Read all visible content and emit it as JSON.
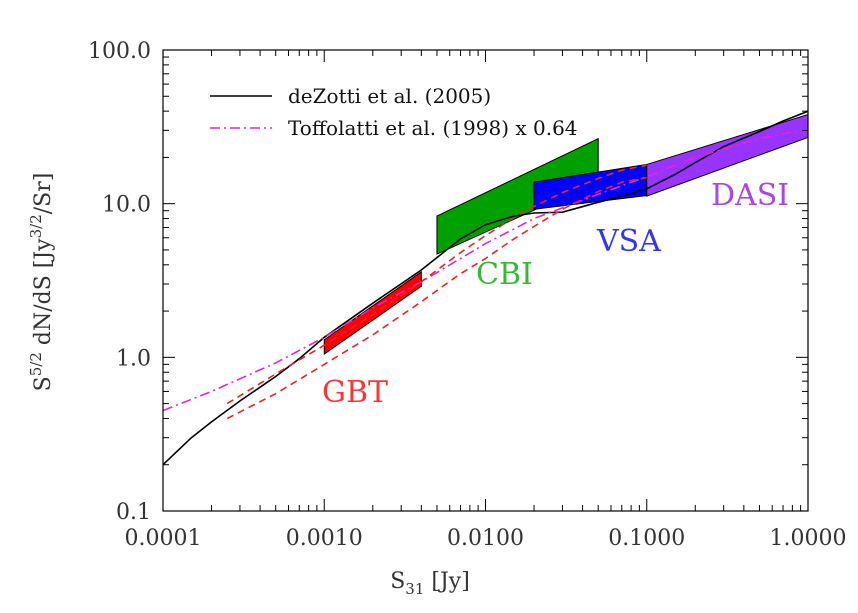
{
  "chart_data": {
    "type": "line",
    "title": "",
    "xlabel": {
      "base": "S",
      "sub": "31",
      "unit": "[Jy]"
    },
    "ylabel": {
      "base": "S",
      "sup": "5/2",
      "mid": "dN/dS [Jy",
      "sup2": "3/2",
      "end": "/Sr]"
    },
    "x_scale": "log",
    "y_scale": "log",
    "xlim": [
      0.0001,
      1.0
    ],
    "ylim": [
      0.1,
      100.0
    ],
    "x_ticks": [
      0.0001,
      0.001,
      0.01,
      0.1,
      1.0
    ],
    "x_tick_labels": [
      "0.0001",
      "0.0010",
      "0.0100",
      "0.1000",
      "1.0000"
    ],
    "y_ticks": [
      0.1,
      1.0,
      10.0,
      100.0
    ],
    "y_tick_labels": [
      "0.1",
      "1.0",
      "10.0",
      "100.0"
    ],
    "grid": false,
    "legend_position": "top-left",
    "series": [
      {
        "name": "deZotti et al. (2005)",
        "style": "solid",
        "color": "#000000",
        "x": [
          0.0001,
          0.00015,
          0.0002,
          0.0003,
          0.0005,
          0.0007,
          0.001,
          0.002,
          0.004,
          0.007,
          0.01,
          0.015,
          0.02,
          0.03,
          0.05,
          0.07,
          0.1,
          0.15,
          0.2,
          0.3,
          0.5,
          0.7,
          1.0
        ],
        "y": [
          0.2,
          0.3,
          0.38,
          0.52,
          0.75,
          0.98,
          1.35,
          2.25,
          3.7,
          5.9,
          7.3,
          8.3,
          8.7,
          8.8,
          10.2,
          11.2,
          12.5,
          15.5,
          18.5,
          23.5,
          29.5,
          34.5,
          40.0
        ]
      },
      {
        "name": "Toffolatti et al. (1998) x 0.64",
        "style": "dashdot",
        "color": "#ee22cc",
        "x": [
          0.0001,
          0.0002,
          0.0005,
          0.001,
          0.002,
          0.004,
          0.007,
          0.01,
          0.02,
          0.05,
          0.1,
          0.2,
          0.5,
          1.0
        ],
        "y": [
          0.45,
          0.6,
          0.92,
          1.35,
          2.1,
          3.1,
          4.4,
          5.5,
          8.0,
          11.5,
          15.0,
          20.0,
          26.5,
          30.5
        ]
      },
      {
        "name": "",
        "style": "dashed",
        "color": "#ee2222",
        "x": [
          0.00025,
          0.0005,
          0.001,
          0.002,
          0.004,
          0.007,
          0.01,
          0.015,
          0.02,
          0.03,
          0.05,
          0.07,
          0.1
        ],
        "y": [
          0.4,
          0.58,
          0.9,
          1.4,
          2.3,
          3.5,
          4.4,
          5.9,
          7.1,
          9.2,
          12.0,
          13.8,
          14.8
        ]
      },
      {
        "name": "",
        "style": "dashed",
        "color": "#ee2222",
        "x": [
          0.00025,
          0.0005,
          0.001,
          0.002,
          0.004,
          0.007,
          0.01,
          0.015,
          0.02,
          0.03,
          0.05,
          0.07,
          0.1
        ],
        "y": [
          0.5,
          0.78,
          1.2,
          1.9,
          3.1,
          4.8,
          6.2,
          8.1,
          9.6,
          11.8,
          14.6,
          16.5,
          17.8
        ]
      }
    ],
    "bands": [
      {
        "name": "GBT",
        "color": "#ff0000",
        "x_range": [
          0.001,
          0.004
        ],
        "lower": [
          1.05,
          2.9
        ],
        "upper": [
          1.3,
          3.6
        ]
      },
      {
        "name": "CBI",
        "color": "#00a000",
        "x_range": [
          0.005,
          0.05
        ],
        "lower": [
          4.7,
          14.0
        ],
        "upper": [
          8.3,
          26.5
        ]
      },
      {
        "name": "VSA",
        "color": "#0000ff",
        "x_range": [
          0.02,
          0.1
        ],
        "lower": [
          9.2,
          11.3
        ],
        "upper": [
          13.8,
          18.0
        ]
      },
      {
        "name": "DASI",
        "color": "#9933ff",
        "x_range": [
          0.1,
          1.0
        ],
        "lower": [
          11.2,
          27.0
        ],
        "upper": [
          18.0,
          38.0
        ]
      }
    ],
    "band_labels": [
      {
        "text": "GBT",
        "color": "#ff3333",
        "at_x": 0.0025,
        "at_y": 0.52
      },
      {
        "text": "CBI",
        "color": "#33bb33",
        "at_x": 0.0012,
        "at_y": 0.0
      },
      {
        "text": "VSA",
        "color": "#3333ff",
        "at_x": 0.0,
        "at_y": 0.0
      },
      {
        "text": "DASI",
        "color": "#aa44ee",
        "at_x": 0.0,
        "at_y": 0.0
      }
    ]
  }
}
